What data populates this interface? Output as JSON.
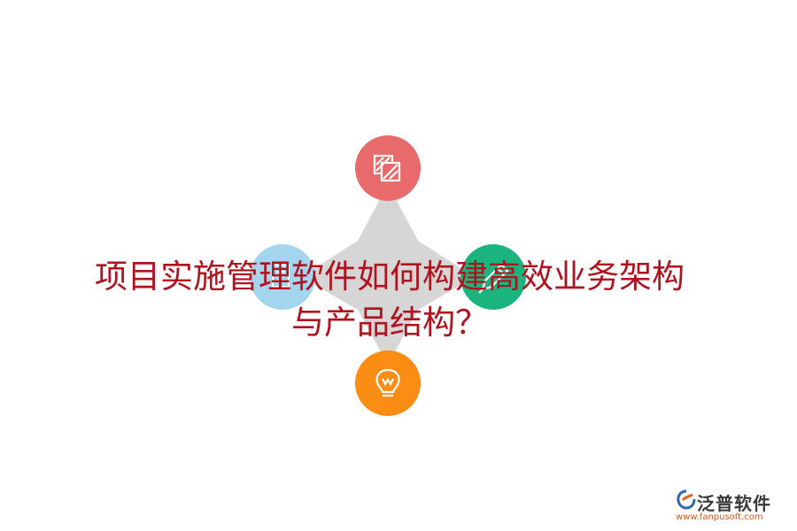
{
  "title": {
    "line1": "项目实施管理软件如何构建高效业务架构",
    "line2": "与产品结构？"
  },
  "nodes": [
    {
      "id": "top",
      "color": "#e96a6a",
      "icon": "layers-icon"
    },
    {
      "id": "left",
      "color": "#a3d5ef",
      "icon": "document-icon"
    },
    {
      "id": "right",
      "color": "#1ab47f",
      "icon": "pencil-icon"
    },
    {
      "id": "bottom",
      "color": "#fb8c14",
      "icon": "lightbulb-icon"
    }
  ],
  "center_color": "#d6d6d6",
  "logo": {
    "name": "泛普软件",
    "url": "www.fanpusoft.com",
    "mark_color": "#2f67b0",
    "accent_color": "#e2621d"
  }
}
